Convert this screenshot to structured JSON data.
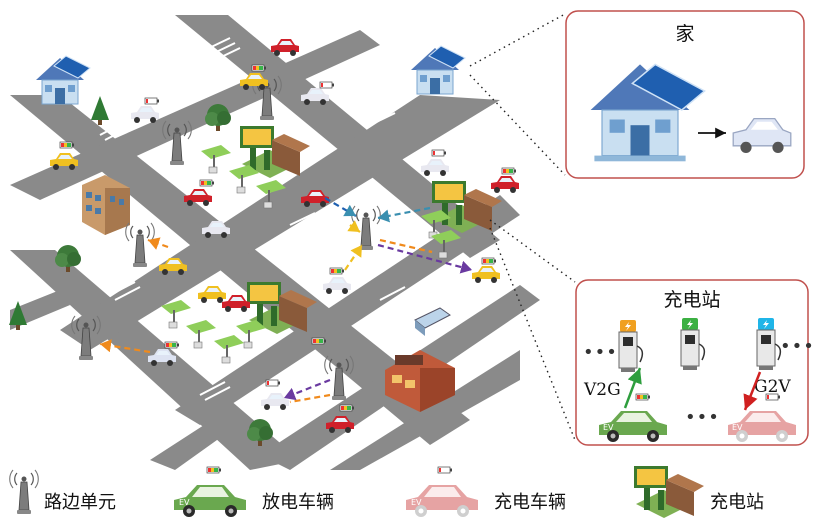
{
  "panels": {
    "home": {
      "title": "家"
    },
    "station": {
      "title": "充电站",
      "v2g_label": "V2G",
      "g2v_label": "G2V",
      "ellipsis": "•••"
    }
  },
  "car_badge": "EV",
  "legend": {
    "roadside_unit": "路边单元",
    "discharging_vehicle": "放电车辆",
    "charging_vehicle": "充电车辆",
    "charging_station": "充电站"
  },
  "colors": {
    "road": "#8a8a8a",
    "panel_border": "#c0504d",
    "discharge_car": "#6aa84f",
    "charge_car": "#e6a3a3",
    "v2g_arrow": "#2e9e3e",
    "g2v_arrow": "#d02020",
    "charger_orange": "#f0a020",
    "charger_green": "#3cb043",
    "charger_cyan": "#1fb5e8"
  }
}
